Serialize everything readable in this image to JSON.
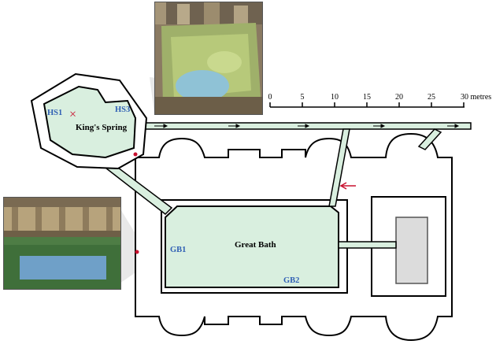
{
  "labels": {
    "kings_spring": "King's Spring",
    "great_bath": "Great Bath",
    "hs1": "HS1",
    "hs3": "HS3",
    "gb1": "GB1",
    "gb2": "GB2",
    "sample_marker": "×"
  },
  "scale_bar": {
    "ticks": [
      "0",
      "5",
      "10",
      "15",
      "20",
      "25",
      "30 metres"
    ]
  },
  "photos": {
    "kings_spring_photo": "photo-kings-spring",
    "great_bath_photo": "photo-great-bath"
  },
  "colors": {
    "water_fill": "#d9efdf",
    "wall_stroke": "#000000",
    "label_blue": "#2f5fb4",
    "marker_red": "#c8102e",
    "flow_arrow_red": "#c8102e",
    "callout_gray": "#e6e6e6",
    "outflow_box": "#dcdcdc"
  }
}
